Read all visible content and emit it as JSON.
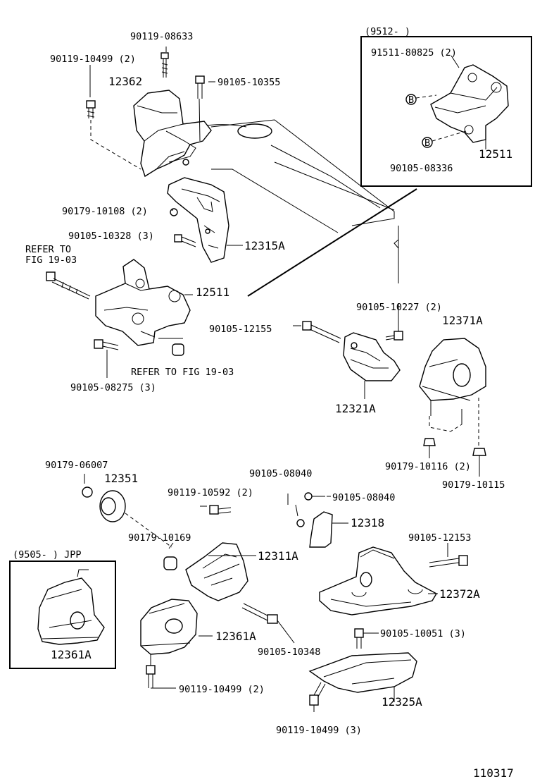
{
  "inset_top": {
    "date_range": "(9512-       )",
    "labels": [
      "91511-80825 (2)",
      "12511",
      "90105-08336"
    ],
    "callout": "B"
  },
  "inset_bottom": {
    "date_range": "(9505-       ) JPP",
    "labels": [
      "12361A"
    ]
  },
  "labels": [
    "90119-08633",
    "90119-10499 (2)",
    "12362",
    "90105-10355",
    "90179-10108 (2)",
    "90105-10328 (3)",
    "12315A",
    "REFER TO",
    "FIG 19-03",
    "12511",
    "90105-08275 (3)",
    "REFER TO FIG 19-03",
    "90105-10227 (2)",
    "12371A",
    "90105-12155",
    "12321A",
    "90179-10116 (2)",
    "90179-10115",
    "90179-06007",
    "12351",
    "90119-10592 (2)",
    "90105-08040",
    "90105-08040",
    "12318",
    "90179-10169",
    "12311A",
    "90105-12153",
    "12372A",
    "12361A",
    "90105-10051 (3)",
    "90105-10348",
    "90119-10499 (2)",
    "12325A",
    "90119-10499 (3)"
  ],
  "figure_id": "110317"
}
